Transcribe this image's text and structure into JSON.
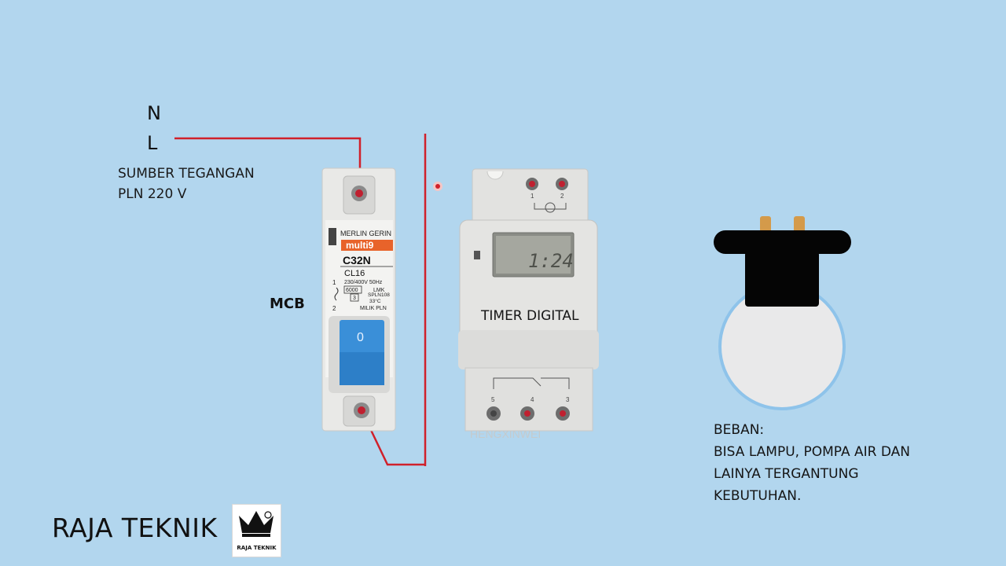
{
  "supply": {
    "neutral": "N",
    "line": "L",
    "caption_line1": "SUMBER TEGANGAN",
    "caption_line2": "PLN 220 V"
  },
  "mcb": {
    "label": "MCB",
    "brand": "MERLIN GERIN",
    "series": "multi9",
    "rating": "C32N",
    "curve": "CL16",
    "voltage": "230/400V 50Hz",
    "breaking": "6000",
    "lmk": "LMK",
    "spln": "SPLN108",
    "temp": "33°C",
    "owner": "MILIK PLN",
    "class": "3",
    "handle_state": "0",
    "terminal_top": "1",
    "terminal_bottom": "2"
  },
  "timer": {
    "label": "TIMER DIGITAL",
    "display": "1:24",
    "watermark": "HENGXINWEI",
    "top_terminals": [
      "1",
      "2"
    ],
    "bottom_terminals": [
      "5",
      "4",
      "3"
    ]
  },
  "load": {
    "line1": "BEBAN:",
    "line2": "BISA LAMPU, POMPA AIR DAN",
    "line3": "LAINYA TERGANTUNG",
    "line4": "KEBUTUHAN."
  },
  "brand": {
    "name": "RAJA TEKNIK",
    "logo_text": "RAJA TEKNIK"
  },
  "colors": {
    "background": "#b2d6ee",
    "wire": "#d0202a",
    "mcb_handle": "#3a8fd8",
    "mcb_badge": "#e8632a"
  }
}
